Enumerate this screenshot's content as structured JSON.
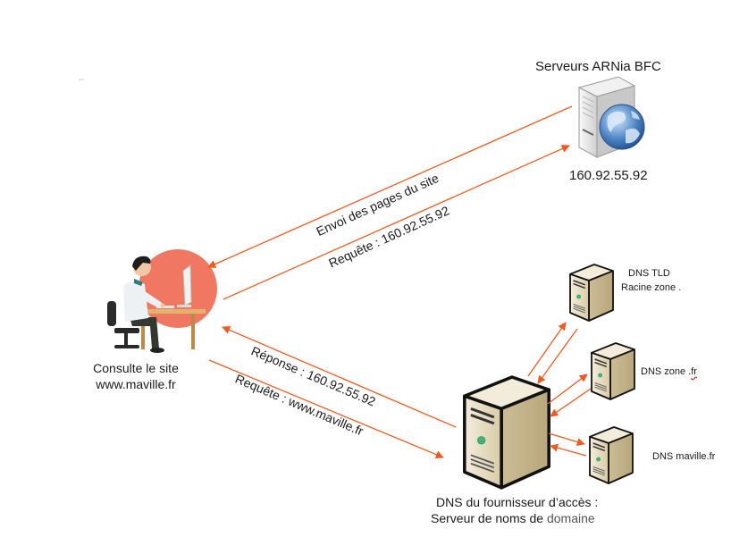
{
  "colors": {
    "arrow": "#ef5a1f",
    "user_circle": "#f07862",
    "server_body": "#e6dcc3",
    "arnia_server": "#d9d9d9",
    "text": "#1a1a1a"
  },
  "nodes": {
    "user": {
      "icon": "person-at-computer-icon",
      "label_line1": "Consulte le site",
      "label_line2": "www.maville.fr"
    },
    "arnia": {
      "icon": "web-server-globe-icon",
      "title": "Serveurs ARNia BFC",
      "ip": "160.92.55.92"
    },
    "isp_dns": {
      "icon": "server-tower-icon",
      "label_line1": "DNS du fournisseur d’accès :",
      "label_line2_a": "Serveur de noms de",
      "label_line2_b": "domaine"
    },
    "dns_tld": {
      "icon": "server-tower-icon",
      "label_line1": "DNS TLD",
      "label_line2": "Racine zone ."
    },
    "dns_fr": {
      "icon": "server-tower-icon",
      "label_a": "DNS zone .",
      "label_b": "fr"
    },
    "dns_maville": {
      "icon": "server-tower-icon",
      "label": "DNS maville.fr"
    }
  },
  "edges": [
    {
      "from": "arnia",
      "to": "user",
      "label": "Envoi des pages du site"
    },
    {
      "from": "user",
      "to": "arnia",
      "label": "Requête : 160.92.55.92"
    },
    {
      "from": "isp_dns",
      "to": "user",
      "label": "Réponse : 160.92.55.92"
    },
    {
      "from": "user",
      "to": "isp_dns",
      "label": "Requête : www.maville.fr"
    },
    {
      "from": "isp_dns",
      "to": "dns_tld",
      "label": ""
    },
    {
      "from": "dns_tld",
      "to": "isp_dns",
      "label": ""
    },
    {
      "from": "isp_dns",
      "to": "dns_fr",
      "label": ""
    },
    {
      "from": "dns_fr",
      "to": "isp_dns",
      "label": ""
    },
    {
      "from": "isp_dns",
      "to": "dns_maville",
      "label": ""
    },
    {
      "from": "dns_maville",
      "to": "isp_dns",
      "label": ""
    }
  ]
}
